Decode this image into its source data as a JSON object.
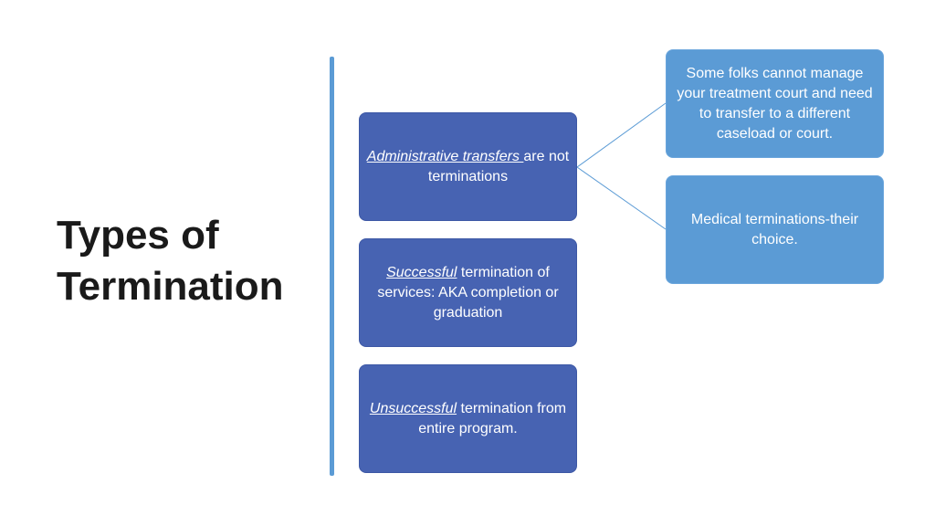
{
  "title": {
    "line1": "Types of",
    "line2": "Termination"
  },
  "boxes": {
    "admin": {
      "emph": "Administrative transfers ",
      "rest": "are not terminations"
    },
    "successful": {
      "emph": "Successful",
      "rest": " termination of services: AKA completion or graduation"
    },
    "unsuccessful": {
      "emph": "Unsuccessful",
      "rest": " termination from entire program."
    },
    "transfer_note": {
      "text": "Some folks cannot manage your treatment court and need to transfer to a different caseload or court."
    },
    "medical_note": {
      "text": "Medical terminations-their choice."
    }
  },
  "colors": {
    "dark_box": "#4763b2",
    "light_box": "#5b9bd5",
    "line": "#5b9bd5",
    "title_text": "#1a1a1a"
  }
}
